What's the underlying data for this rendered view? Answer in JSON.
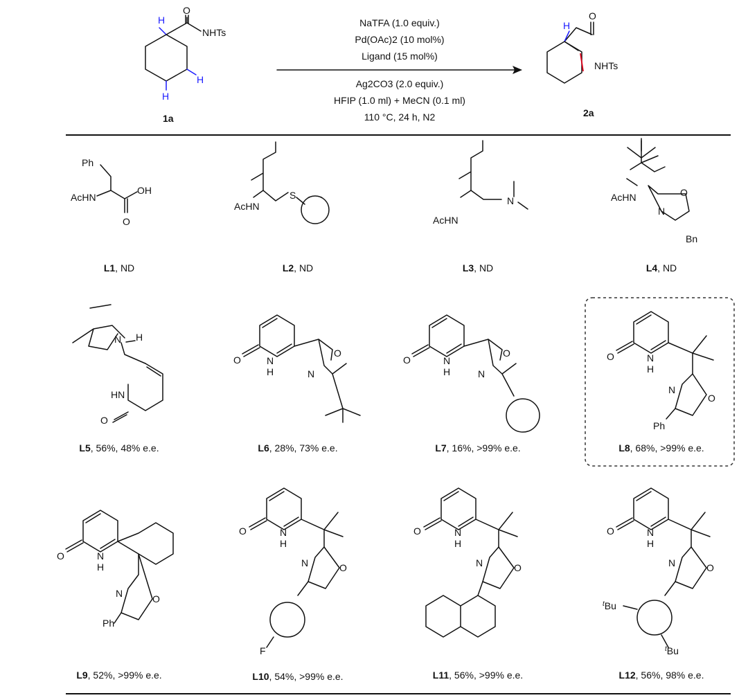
{
  "reaction": {
    "substrate": {
      "label": "1a",
      "atoms": {
        "H_methyl": "H",
        "O": "O",
        "NHTs": "NHTs",
        "H_beta": "H",
        "H_gamma": "H"
      }
    },
    "product": {
      "label": "2a",
      "atoms": {
        "H": "H",
        "O": "O",
        "NHTs": "NHTs"
      }
    },
    "conditions_above": [
      "NaTFA (1.0 equiv.)",
      "Pd(OAc)2 (10 mol%)",
      "Ligand (15 mol%)"
    ],
    "conditions_below": [
      "Ag2CO3 (2.0 equiv.)",
      "HFIP (1.0 ml) + MeCN (0.1 ml)",
      "110 °C, 24 h, N2"
    ]
  },
  "ligands": [
    {
      "id": "L1",
      "result": ", ND"
    },
    {
      "id": "L2",
      "result": ", ND"
    },
    {
      "id": "L3",
      "result": ", ND"
    },
    {
      "id": "L4",
      "result": ", ND"
    },
    {
      "id": "L5",
      "result": ", 56%, 48% e.e."
    },
    {
      "id": "L6",
      "result": ", 28%, 73% e.e."
    },
    {
      "id": "L7",
      "result": ", 16%, >99% e.e."
    },
    {
      "id": "L8",
      "result": ", 68%, >99% e.e.",
      "highlighted": true
    },
    {
      "id": "L9",
      "result": ", 52%, >99% e.e."
    },
    {
      "id": "L10",
      "result": ", 54%, >99% e.e."
    },
    {
      "id": "L11",
      "result": ", 56%, >99% e.e."
    },
    {
      "id": "L12",
      "result": ", 56%, 98% e.e."
    }
  ],
  "atom_labels": {
    "Ph": "Ph",
    "AcHN": "AcHN",
    "OH": "OH",
    "O": "O",
    "S": "S",
    "N": "N",
    "Bn": "Bn",
    "H": "H",
    "HN": "HN",
    "NH": "N",
    "NHH": "H",
    "F": "F",
    "tBu": "Bu",
    "t": "t"
  },
  "colors": {
    "hydrogen_highlight": "#1a1aff",
    "new_alkene": "#e0001b",
    "bond": "#111111"
  }
}
